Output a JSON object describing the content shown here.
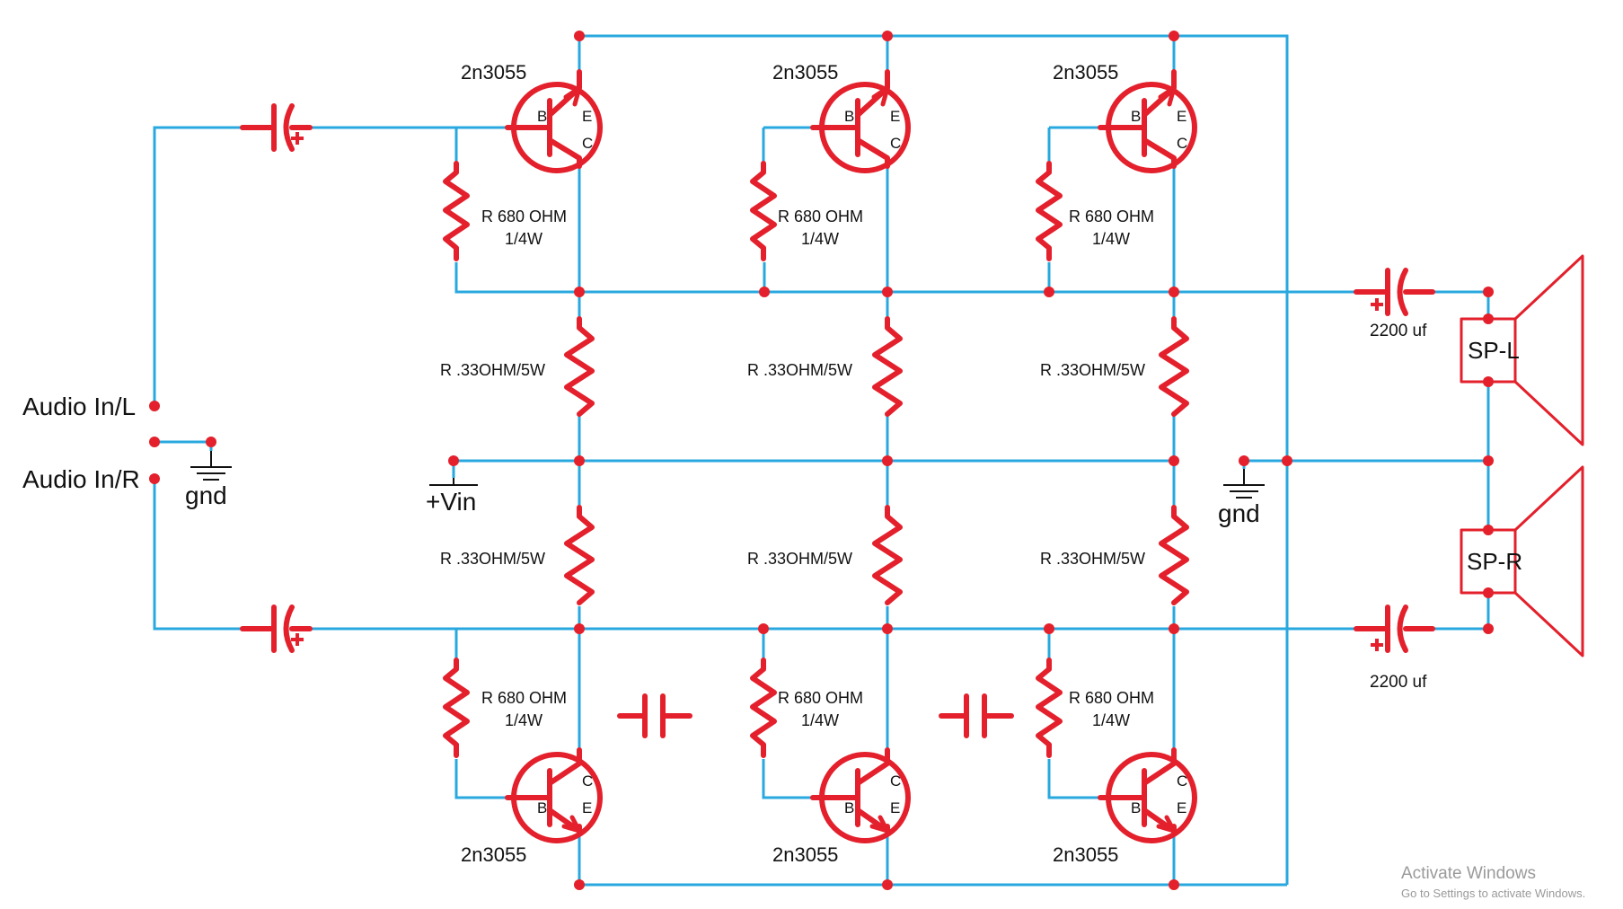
{
  "colors": {
    "wire": "#29a8df",
    "component": "#e3202b",
    "text": "#111111",
    "watermark": "#9a9a9a"
  },
  "labels": {
    "audio_in_left": "Audio In/L",
    "audio_in_right": "Audio In/R",
    "gnd_input": "gnd",
    "gnd_output": "gnd",
    "vin": "+Vin",
    "speaker_left": "SP-L",
    "speaker_right": "SP-R",
    "output_cap_top": "2200 uf",
    "output_cap_bottom": "2200 uf"
  },
  "transistors": [
    {
      "part": "2n3055",
      "base": "B",
      "emitter": "E",
      "collector": "C"
    },
    {
      "part": "2n3055",
      "base": "B",
      "emitter": "E",
      "collector": "C"
    },
    {
      "part": "2n3055",
      "base": "B",
      "emitter": "E",
      "collector": "C"
    },
    {
      "part": "2n3055",
      "base": "B",
      "emitter": "E",
      "collector": "C"
    },
    {
      "part": "2n3055",
      "base": "B",
      "emitter": "E",
      "collector": "C"
    },
    {
      "part": "2n3055",
      "base": "B",
      "emitter": "E",
      "collector": "C"
    }
  ],
  "bias_resistors": [
    {
      "line1": "R 680 OHM",
      "line2": "1/4W"
    },
    {
      "line1": "R 680 OHM",
      "line2": "1/4W"
    },
    {
      "line1": "R 680 OHM",
      "line2": "1/4W"
    },
    {
      "line1": "R 680 OHM",
      "line2": "1/4W"
    },
    {
      "line1": "R 680 OHM",
      "line2": "1/4W"
    },
    {
      "line1": "R 680 OHM",
      "line2": "1/4W"
    }
  ],
  "emitter_resistors": [
    {
      "label": "R .33OHM/5W"
    },
    {
      "label": "R .33OHM/5W"
    },
    {
      "label": "R .33OHM/5W"
    },
    {
      "label": "R .33OHM/5W"
    },
    {
      "label": "R .33OHM/5W"
    },
    {
      "label": "R .33OHM/5W"
    }
  ],
  "watermark": {
    "title": "Activate Windows",
    "subtitle": "Go to Settings to activate Windows."
  }
}
